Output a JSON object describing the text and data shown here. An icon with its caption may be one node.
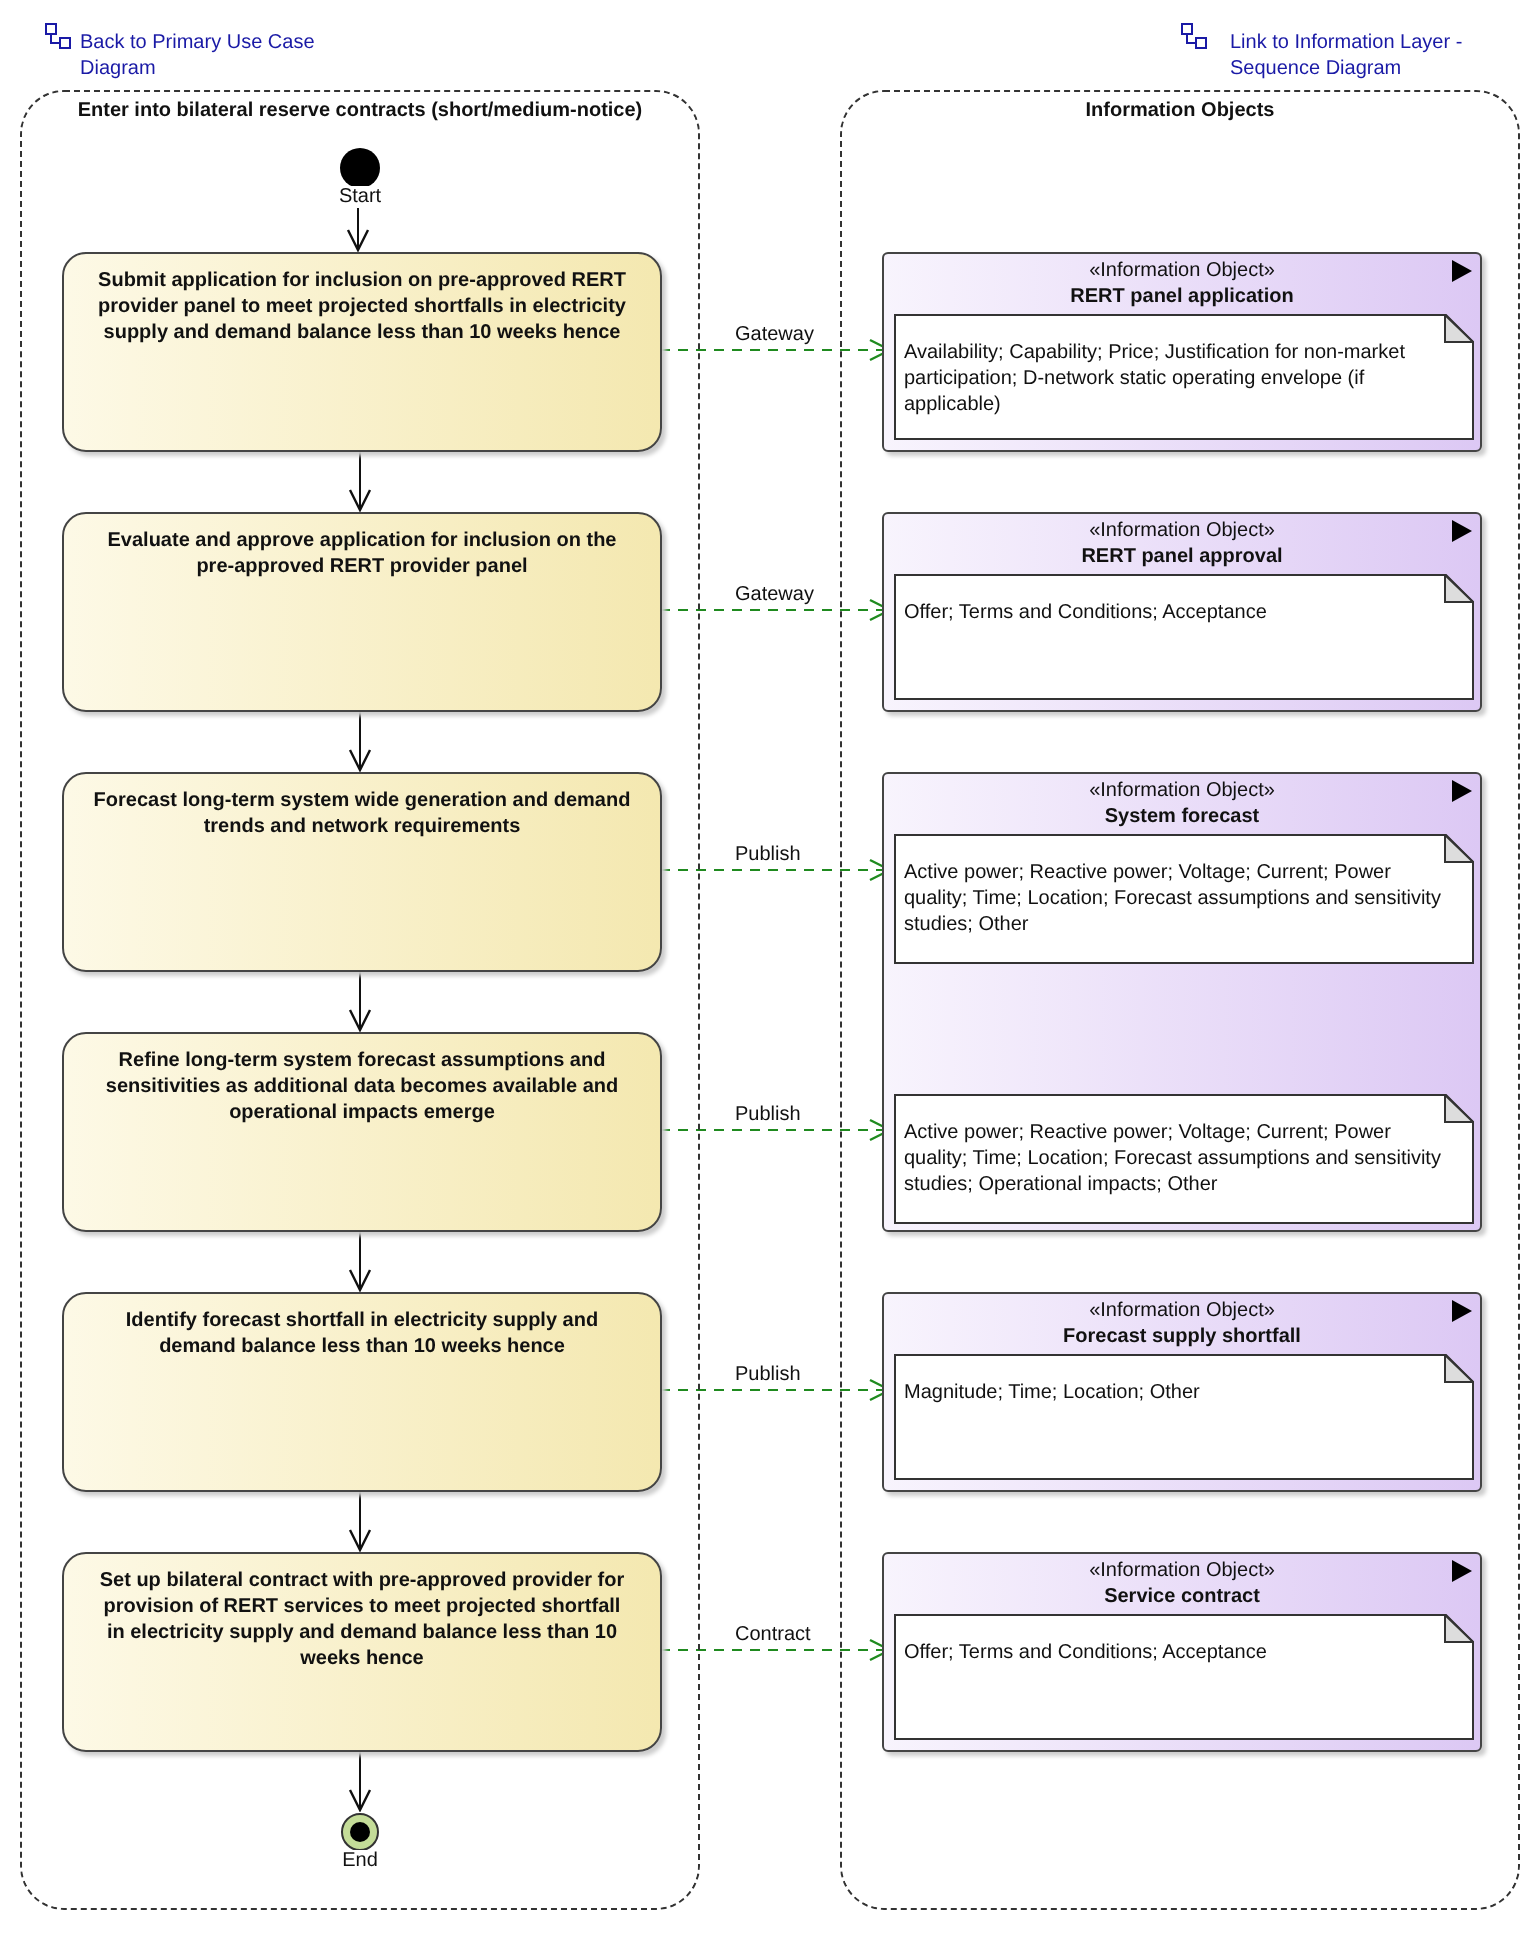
{
  "diagram": {
    "nodes": [
      {
        "text": [
          "Enter into bilateral reserve contracts (short/medium-notice)"
        ]
      },
      {
        "text": [],
        "shape": "circle",
        "beside": [
          "Start"
        ],
        "in": 0
      },
      {
        "text": [
          "Submit application for inclusion on pre-approved RERT provider panel to meet projected shortfalls in electricity supply and demand balance less than 10 weeks hence"
        ],
        "in": 0
      },
      {
        "text": [
          "Evaluate and approve application for inclusion on the pre-approved RERT provider panel"
        ],
        "in": 0
      },
      {
        "text": [
          "Forecast long-term system wide generation and demand trends and network requirements"
        ],
        "in": 0
      },
      {
        "text": [
          "Refine long-term system forecast assumptions and sensitivities as additional data becomes available and operational impacts emerge"
        ],
        "in": 0
      },
      {
        "text": [
          "Identify forecast shortfall in electricity supply and demand balance less than 10 weeks hence"
        ],
        "in": 0
      },
      {
        "text": [
          "Set up bilateral contract with pre-approved provider for provision of RERT services to meet projected shortfall in electricity supply and demand balance less than 10 weeks hence"
        ],
        "in": 0
      },
      {
        "text": [],
        "shape": "circle",
        "beside": [
          "End"
        ],
        "in": 0
      },
      {
        "text": [
          "Information Objects"
        ]
      },
      {
        "text": [
          "«Information Object»",
          "RERT panel application"
        ],
        "in": 9
      },
      {
        "text": [
          "Availability; Capability; Price; Justification for non-market participation; D-network static operating envelope (if applicable)"
        ],
        "in": 10
      },
      {
        "text": [
          "«Information Object»",
          "RERT panel approval"
        ],
        "in": 9
      },
      {
        "text": [
          "Offer; Terms and Conditions; Acceptance"
        ],
        "in": 12
      },
      {
        "text": [
          "«Information Object»",
          "System forecast"
        ],
        "in": 9
      },
      {
        "text": [
          "Active power; Reactive power; Voltage; Current; Power quality; Time; Location; Forecast assumptions and sensitivity studies; Other"
        ],
        "in": 14
      },
      {
        "text": [
          "Active power; Reactive power; Voltage; Current; Power quality; Time; Location; Forecast assumptions and sensitivity studies; Operational impacts; Other"
        ],
        "in": 14
      },
      {
        "text": [
          "«Information Object»",
          "Forecast supply shortfall"
        ],
        "in": 9
      },
      {
        "text": [
          "Magnitude; Time; Location; Other"
        ],
        "in": 17
      },
      {
        "text": [
          "«Information Object»",
          "Service contract"
        ],
        "in": 9
      },
      {
        "text": [
          "Offer; Terms and Conditions; Acceptance"
        ],
        "in": 19
      }
    ],
    "edges": [
      {
        "from": 1,
        "to": 2,
        "arrow": "to"
      },
      {
        "from": 2,
        "to": 3,
        "arrow": "to"
      },
      {
        "from": 3,
        "to": 4,
        "arrow": "to"
      },
      {
        "from": 4,
        "to": 5,
        "arrow": "to"
      },
      {
        "from": 5,
        "to": 6,
        "arrow": "to"
      },
      {
        "from": 6,
        "to": 7,
        "arrow": "to"
      },
      {
        "from": 7,
        "to": 8,
        "arrow": "to"
      },
      {
        "from": 2,
        "to": 11,
        "arrow": "to",
        "label": "Gateway",
        "style": "dashed",
        "color": "#1f8a1f"
      },
      {
        "from": 3,
        "to": 13,
        "arrow": "to",
        "label": "Gateway",
        "style": "dashed",
        "color": "#1f8a1f"
      },
      {
        "from": 4,
        "to": 15,
        "arrow": "to",
        "label": "Publish",
        "style": "dashed",
        "color": "#1f8a1f"
      },
      {
        "from": 5,
        "to": 16,
        "arrow": "to",
        "label": "Publish",
        "style": "dashed",
        "color": "#1f8a1f"
      },
      {
        "from": 6,
        "to": 18,
        "arrow": "to",
        "label": "Publish",
        "style": "dashed",
        "color": "#1f8a1f"
      },
      {
        "from": 7,
        "to": 20,
        "arrow": "to",
        "label": "Contract",
        "style": "dashed",
        "color": "#1f8a1f"
      }
    ],
    "labels": [
      "Back to Primary Use Case Diagram",
      "Link to Information Layer - Sequence Diagram"
    ]
  }
}
